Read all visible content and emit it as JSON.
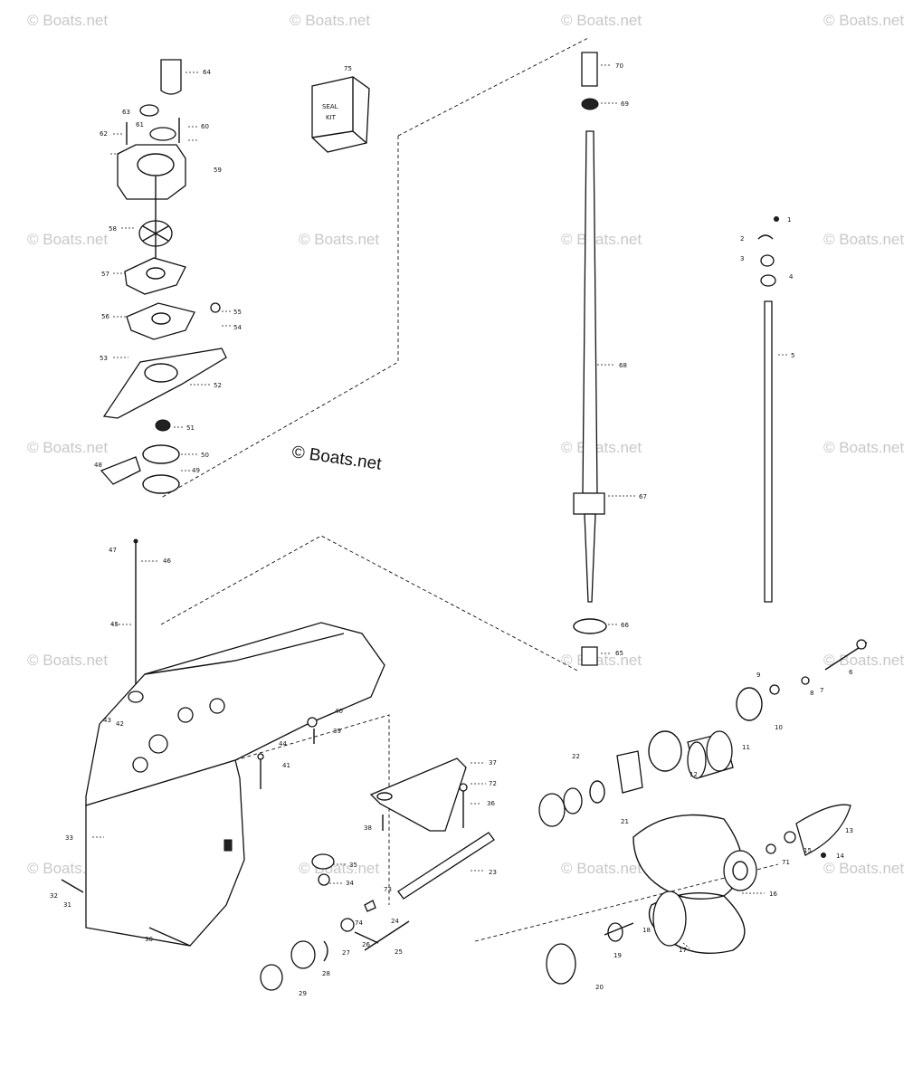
{
  "watermark": "© Boats.net",
  "seal_kit_label": [
    "SEAL",
    "KIT"
  ],
  "callouts": [
    "1",
    "2",
    "3",
    "4",
    "5",
    "6",
    "7",
    "8",
    "9",
    "10",
    "11",
    "12",
    "13",
    "14",
    "15",
    "16",
    "17",
    "18",
    "19",
    "20",
    "21",
    "22",
    "23",
    "24",
    "25",
    "26",
    "27",
    "28",
    "29",
    "30",
    "31",
    "32",
    "33",
    "34",
    "35",
    "36",
    "37",
    "38",
    "39",
    "40",
    "41",
    "42",
    "43",
    "44",
    "45",
    "46",
    "47",
    "48",
    "49",
    "50",
    "51",
    "52",
    "53",
    "54",
    "55",
    "56",
    "57",
    "58",
    "59",
    "60",
    "61",
    "62",
    "63",
    "64",
    "65",
    "66",
    "67",
    "68",
    "69",
    "70",
    "71",
    "72",
    "73",
    "74",
    "75"
  ]
}
